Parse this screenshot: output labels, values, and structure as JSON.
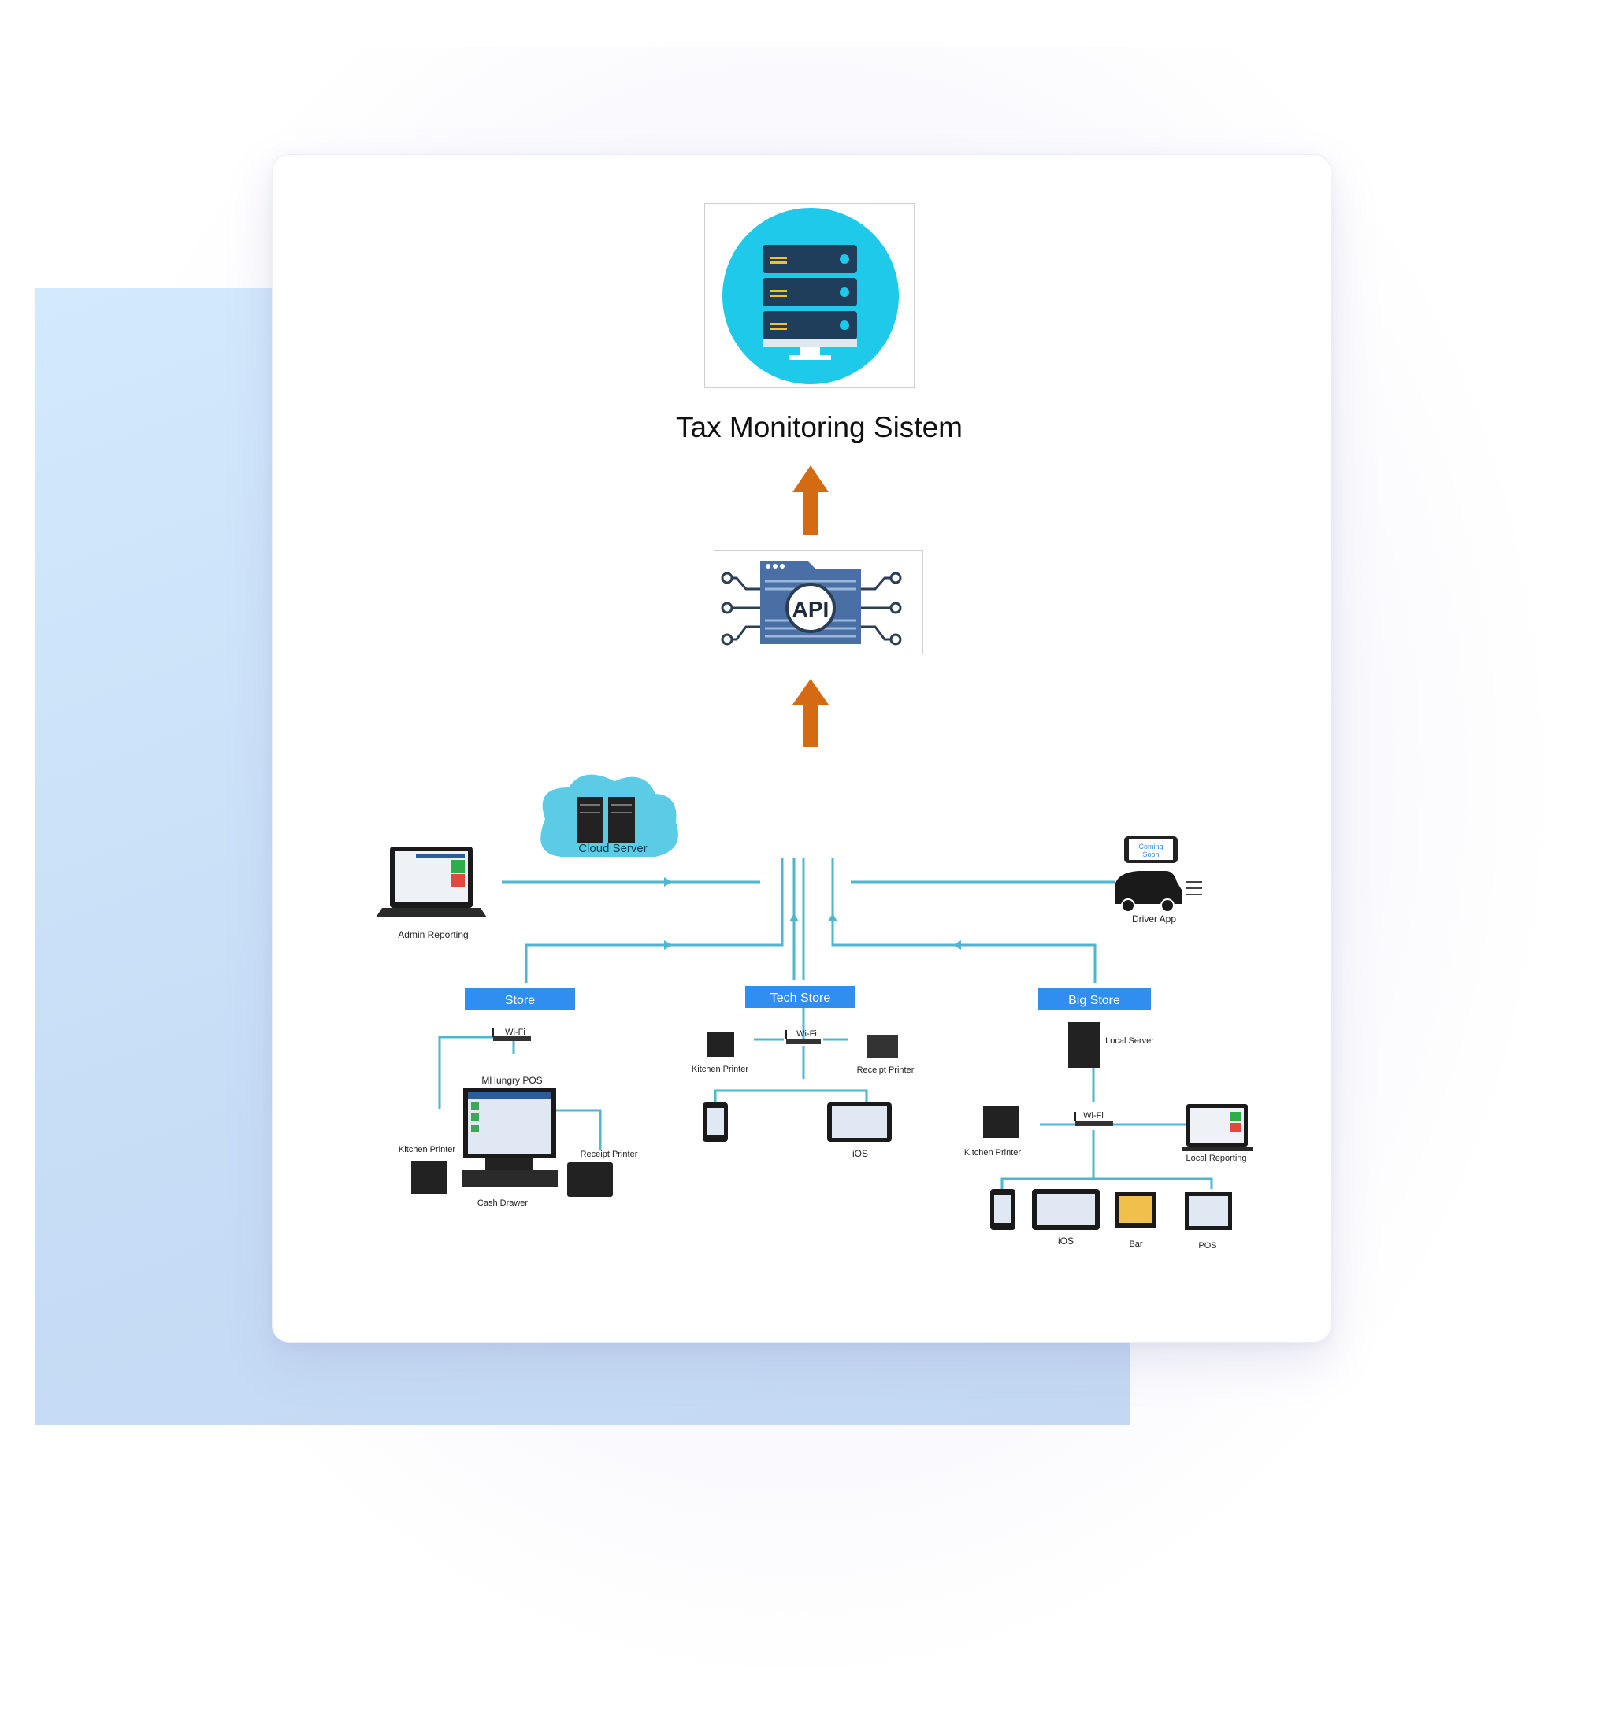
{
  "title": "Tax Monitoring Sistem",
  "icons": {
    "server": "server-monitor-icon",
    "api": "API",
    "arrow": "up-arrow-icon"
  },
  "network": {
    "cloud": "Cloud Server",
    "admin": "Admin Reporting",
    "driver": "Driver App",
    "coming_soon_1": "Coming",
    "coming_soon_2": "Soon",
    "store": "Store",
    "tech_store": "Tech Store",
    "big_store": "Big Store",
    "wifi": "Wi-Fi",
    "mhungry": "MHungry POS",
    "kitchen_printer": "Kitchen Printer",
    "receipt_printer": "Receipt Printer",
    "cash_drawer": "Cash Drawer",
    "local_server": "Local Server",
    "local_reporting": "Local Reporting",
    "ios": "iOS",
    "bar": "Bar",
    "pos": "POS"
  },
  "colors": {
    "accent_blue": "#2f8ef0",
    "line": "#4fb6cf",
    "arrow": "#d46b12",
    "icon_circle": "#1fc9ea",
    "icon_rack": "#1f3e5c"
  }
}
